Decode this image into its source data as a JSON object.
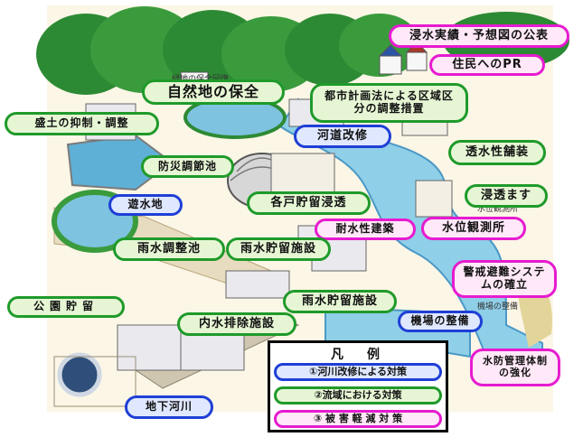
{
  "labels": {
    "shinsui_jisseki": "浸水実績・予想図の公表",
    "jumin_pr": "住民へのPR",
    "shizenchi": "自然地の保全",
    "toshi_keikaku": "都市計画法による区域区分の調整措置",
    "morido": "盛土の抑制・調整",
    "kasen_kaishu": "河道改修",
    "toushui_hoso": "透水性舗装",
    "bosai_chosetsuchi": "防災調節池",
    "shinto_masu": "浸透ます",
    "yusuichi": "遊水地",
    "kakko_choryu": "各戸貯留浸透",
    "taisuisei_kenchiku": "耐水性建築",
    "suii_kansokujo": "水位観測所",
    "usui_choseichi": "雨水調整池",
    "usui_choryu_1": "雨水貯留施設",
    "keikai_hinan": "警戒避難システムの確立",
    "koen_choryu": "公園貯留",
    "usui_choryu_2": "雨水貯留施設",
    "naisui_haijo": "内水排除施設",
    "kijo_seibi": "機場の整備",
    "suibo_kanri": "水防管理体制の強化",
    "chika_kasen": "地下河川"
  },
  "small_labels": {
    "ryokuchi_hozen": "緑地の保全回復",
    "suii_kansoku_small": "水位観測所",
    "kijo_small": "機場の整備"
  },
  "legend": {
    "title": "凡　例",
    "items": [
      "①河川改修による対策",
      "②流域における対策",
      "③ 被 害 軽 減 対 策"
    ]
  },
  "colors": {
    "green": "#1f9a2a",
    "blue": "#1f3fd6",
    "magenta": "#e61bd0"
  }
}
